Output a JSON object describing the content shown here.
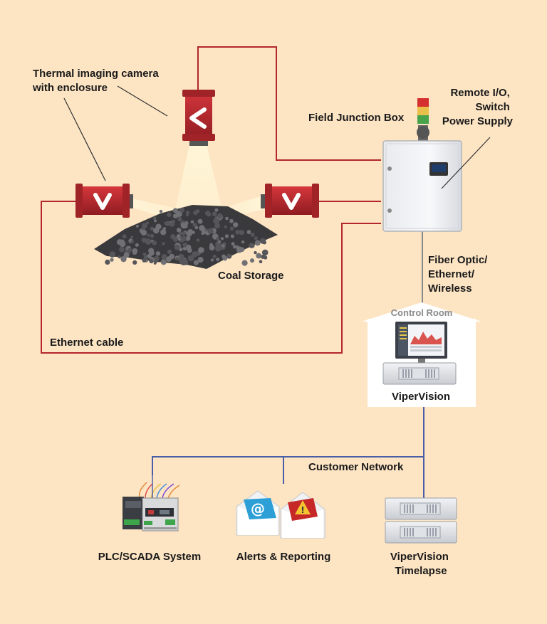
{
  "labels": {
    "camera": [
      "Thermal imaging camera",
      "with enclosure"
    ],
    "junction_box": "Field Junction Box",
    "remote_io": [
      "Remote I/O,",
      "Switch",
      "Power Supply"
    ],
    "coal": "Coal Storage",
    "fiber": [
      "Fiber Optic/",
      "Ethernet/",
      "Wireless"
    ],
    "control_room": "Control Room",
    "vipervision": "ViperVision",
    "ethernet_cable": "Ethernet cable",
    "customer_network": "Customer Network",
    "plc": "PLC/SCADA System",
    "alerts": "Alerts & Reporting",
    "timelapse": [
      "ViperVision",
      "Timelapse"
    ]
  },
  "colors": {
    "background": "#fde5c4",
    "ethernet_line": "#b3262d",
    "network_line": "#4a5ea8",
    "fiber_line": "#8a8a8a",
    "camera_red": "#b3262d"
  },
  "icons": {
    "camera": "thermal-camera-icon",
    "junction_box": "junction-box-icon",
    "status_light": "status-light-icon",
    "workstation": "workstation-icon",
    "server": "server-icon",
    "plc": "plc-icon",
    "alerts": "email-alert-icon"
  }
}
